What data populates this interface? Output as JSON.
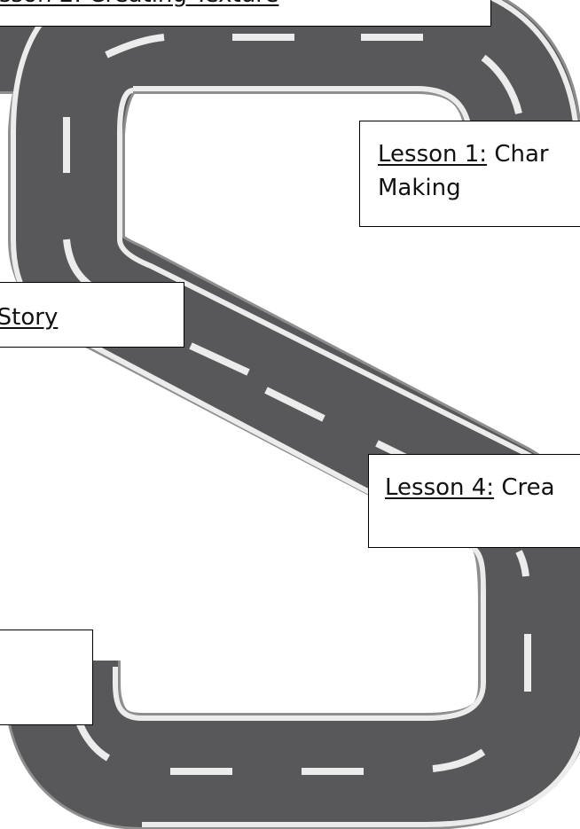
{
  "road": {
    "asphalt_color": "#58585a",
    "edge_line_color": "#ececec",
    "lane_dash_color": "#ececec",
    "outline_color": "#8e8e8e"
  },
  "labels": {
    "lesson2": {
      "text": "esson 2: Creating Texture"
    },
    "lesson1": {
      "lesson": "Lesson 1:",
      "rest": " Char",
      "line2": "Making"
    },
    "story": {
      "text": "y Story"
    },
    "lesson4": {
      "lesson": "Lesson 4:",
      "rest": " Crea"
    },
    "bottom": {
      "text": ""
    }
  }
}
